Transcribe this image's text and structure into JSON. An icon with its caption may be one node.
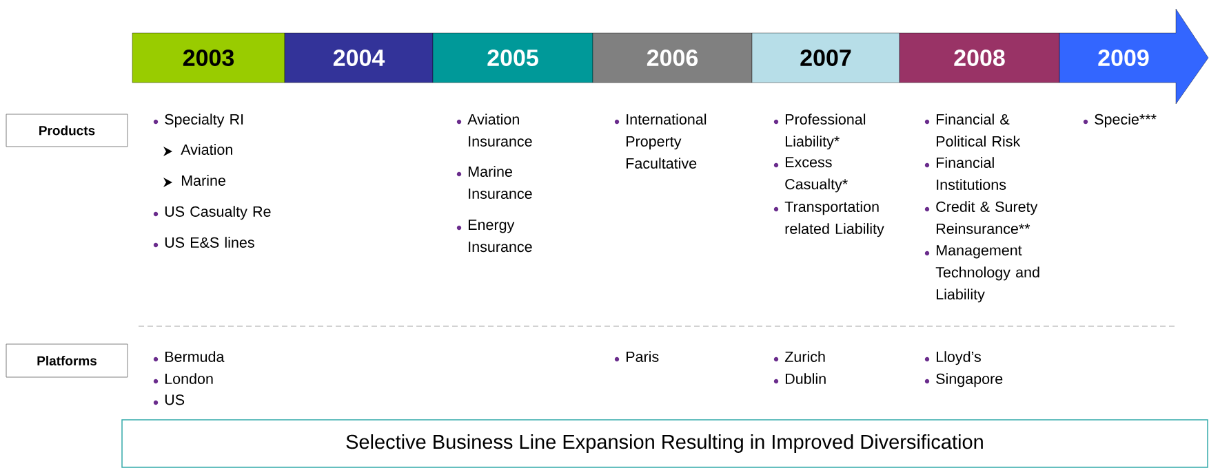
{
  "diagram": {
    "nodes": [
      {
        "text": [
          "2003"
        ]
      },
      {
        "text": [
          "2004"
        ]
      },
      {
        "text": [
          "2005"
        ]
      },
      {
        "text": [
          "2006"
        ]
      },
      {
        "text": [
          "2007"
        ]
      },
      {
        "text": [
          "2008"
        ]
      },
      {
        "text": [
          "2009"
        ]
      },
      {
        "text": [
          "Products"
        ]
      },
      {
        "text": [
          "Platforms"
        ]
      },
      {
        "text": [
          "Selective Business Line Expansion Resulting in Improved Diversification"
        ]
      }
    ],
    "edges": [],
    "labels": [
      "Specialty RI",
      "Aviation",
      "Marine",
      "US Casualty Re",
      "US E&S lines",
      "Aviation Insurance",
      "Marine Insurance",
      "Energy Insurance",
      "International Property Facultative",
      "Professional Liability*",
      "Excess Casualty*",
      "Transportation related Liability",
      "Financial & Political Risk",
      "Financial Institutions",
      "Credit & Surety Reinsurance**",
      "Management Technology and Liability",
      "Specie***",
      "Bermuda",
      "London",
      "US",
      "Paris",
      "Zurich",
      "Dublin",
      "Lloyd’s",
      "Singapore"
    ]
  }
}
